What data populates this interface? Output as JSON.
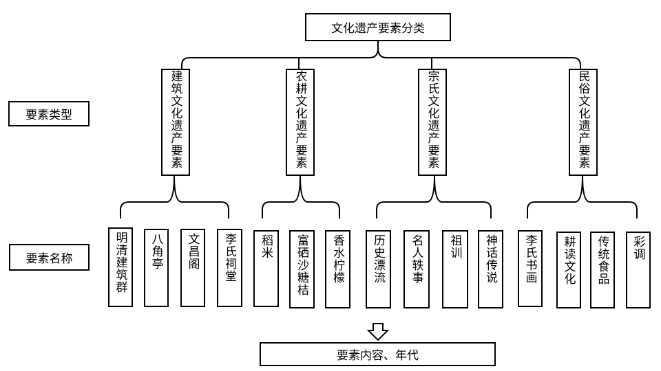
{
  "title": "文化遗产要素分类",
  "row_labels": {
    "type": "要素类型",
    "name": "要素名称"
  },
  "categories": [
    {
      "label": "建筑文化遗产要素",
      "items": [
        "明清建筑群",
        "八角亭",
        "文昌阁",
        "李氏祠堂"
      ]
    },
    {
      "label": "农耕文化遗产要素",
      "items": [
        "稻米",
        "富硒沙糖桔",
        "香水柠檬"
      ]
    },
    {
      "label": "宗氏文化遗产要素",
      "items": [
        "历史漂流",
        "名人轶事",
        "祖训",
        "神话传说"
      ]
    },
    {
      "label": "民俗文化遗产要素",
      "items": [
        "李氏书画",
        "耕读文化",
        "传统食品",
        "彩调"
      ]
    }
  ],
  "bottom": "要素内容、年代",
  "arrow_icon": "down-arrow-icon"
}
